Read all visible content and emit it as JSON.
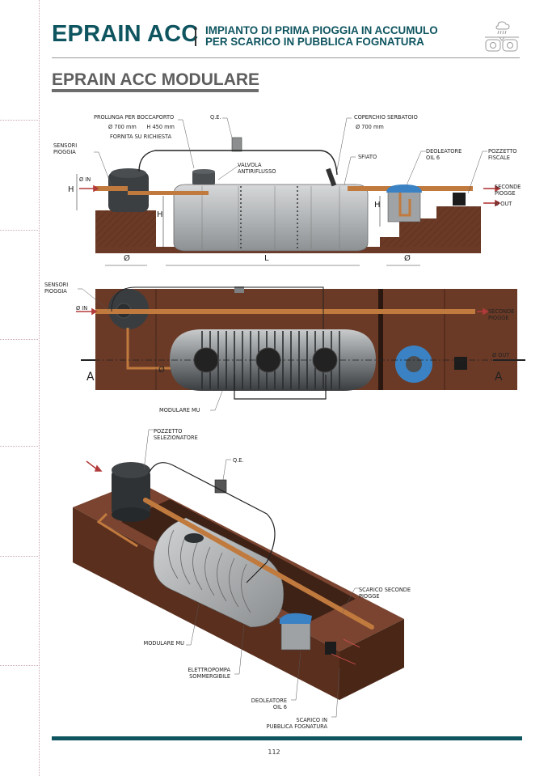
{
  "header": {
    "title": "EPRAIN ACC",
    "subtitle_line1": "IMPIANTO DI PRIMA PIOGGIA IN ACCUMULO",
    "subtitle_line2": "PER SCARICO IN PUBBLICA FOGNATURA",
    "icon": "rain-tanks-recycle-icon"
  },
  "section": {
    "title": "EPRAIN ACC MODULARE"
  },
  "colors": {
    "brand": "#0f5560",
    "soil": "#6b3a26",
    "pipe": "#c17a3e",
    "tank": "#b9bcbe",
    "arrow": "#b23a3a",
    "deoleator": "#3b82c4"
  },
  "elevation_view": {
    "labels": {
      "prolunga": "PROLUNGA PER BOCCAPORTO",
      "prolunga_dims": "Ø 700 mm      H 450 mm",
      "prolunga_note": "FORNITA SU RICHIESTA",
      "qe": "Q.E.",
      "coperchio": "COPERCHIO SERBATOIO",
      "coperchio_dims": "Ø 700 mm",
      "sensori_1": "SENSORI",
      "sensori_2": "PIOGGIA",
      "valvola_1": "VALVOLA",
      "valvola_2": "ANTIRIFLUSSO",
      "sfiato": "SFIATO",
      "deoleatore_1": "DEOLEATORE",
      "deoleatore_2": "OIL 6",
      "pozzetto_1": "POZZETTO",
      "pozzetto_2": "FISCALE",
      "in": "Ø IN",
      "seconde_1": "SECONDE",
      "seconde_2": "PIOGGE",
      "out": "Ø OUT",
      "h": "H",
      "diam": "Ø",
      "length": "L"
    }
  },
  "plan_view": {
    "labels": {
      "sensori_1": "SENSORI",
      "sensori_2": "PIOGGIA",
      "in": "Ø IN",
      "seconde_1": "SECONDE",
      "seconde_2": "PIOGGE",
      "out": "Ø OUT",
      "section_a": "A",
      "diam": "Ø",
      "modulare": "MODULARE MU"
    }
  },
  "iso_view": {
    "labels": {
      "pozzetto_1": "POZZETTO",
      "pozzetto_2": "SELEZIONATORE",
      "qe": "Q.E.",
      "scarico_seconde_1": "SCARICO SECONDE",
      "scarico_seconde_2": "PIOGGE",
      "modulare": "MODULARE MU",
      "elettropompa_1": "ELETTROPOMPA",
      "elettropompa_2": "SOMMERGIBILE",
      "deoleatore_1": "DEOLEATORE",
      "deoleatore_2": "OIL 6",
      "scarico_fogna_1": "SCARICO IN",
      "scarico_fogna_2": "PUBBLICA FOGNATURA"
    }
  },
  "footer": {
    "page_number": "112"
  }
}
